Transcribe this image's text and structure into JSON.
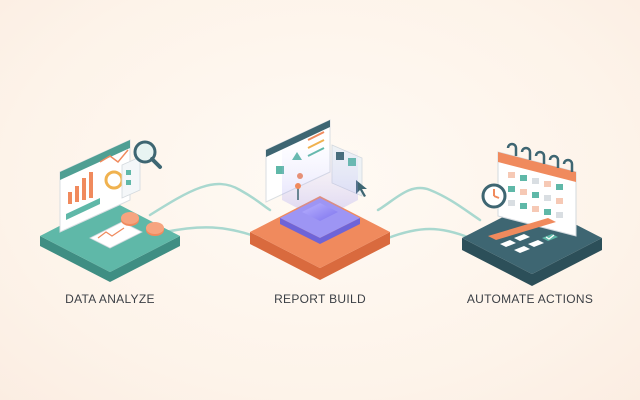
{
  "steps": [
    {
      "label": "DATA ANALYZE"
    },
    {
      "label": "REPORT BUILD"
    },
    {
      "label": "AUTOMATE ACTIONS"
    }
  ],
  "colors": {
    "teal": "#5fb8a8",
    "teal_dark": "#3f8e83",
    "coral": "#f08a5d",
    "coral_dark": "#d96a3e",
    "slate": "#3e6672",
    "slate_dark": "#2c4f59",
    "violet": "#8f86f0",
    "connector": "#a9d8cf"
  },
  "icons": [
    "bar-chart-icon",
    "magnifier-icon",
    "document-icon",
    "clock-icon",
    "cursor-icon",
    "calendar-icon",
    "checkmark-icon"
  ]
}
